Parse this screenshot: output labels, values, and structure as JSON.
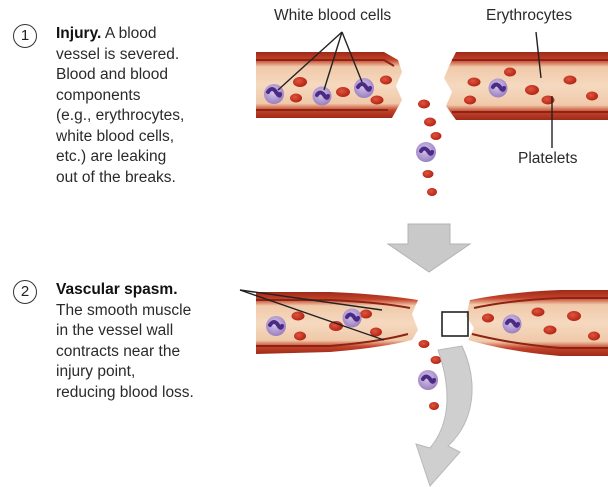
{
  "steps": [
    {
      "number": "1",
      "title": "Injury.",
      "lines": [
        "A blood",
        "vessel is severed.",
        "Blood and blood",
        "components",
        "(e.g., erythrocytes,",
        "white blood cells,",
        "etc.) are leaking",
        "out of the breaks."
      ]
    },
    {
      "number": "2",
      "title": "Vascular spasm.",
      "lines": [
        "",
        "The smooth muscle",
        "in the vessel wall",
        "contracts near the",
        "injury point,",
        "reducing blood loss."
      ]
    }
  ],
  "labels": {
    "white_blood_cells": "White blood cells",
    "erythrocytes": "Erythrocytes",
    "platelets": "Platelets"
  },
  "colors": {
    "vessel_wall": "#b5311e",
    "vessel_lumen": "#f2c6a8",
    "vessel_highlight": "#f7e3c9",
    "erythrocyte": "#c9311f",
    "wbc_outer": "#a68bc8",
    "wbc_nucleus": "#4b2a86",
    "arrow": "#c8c8c8"
  }
}
